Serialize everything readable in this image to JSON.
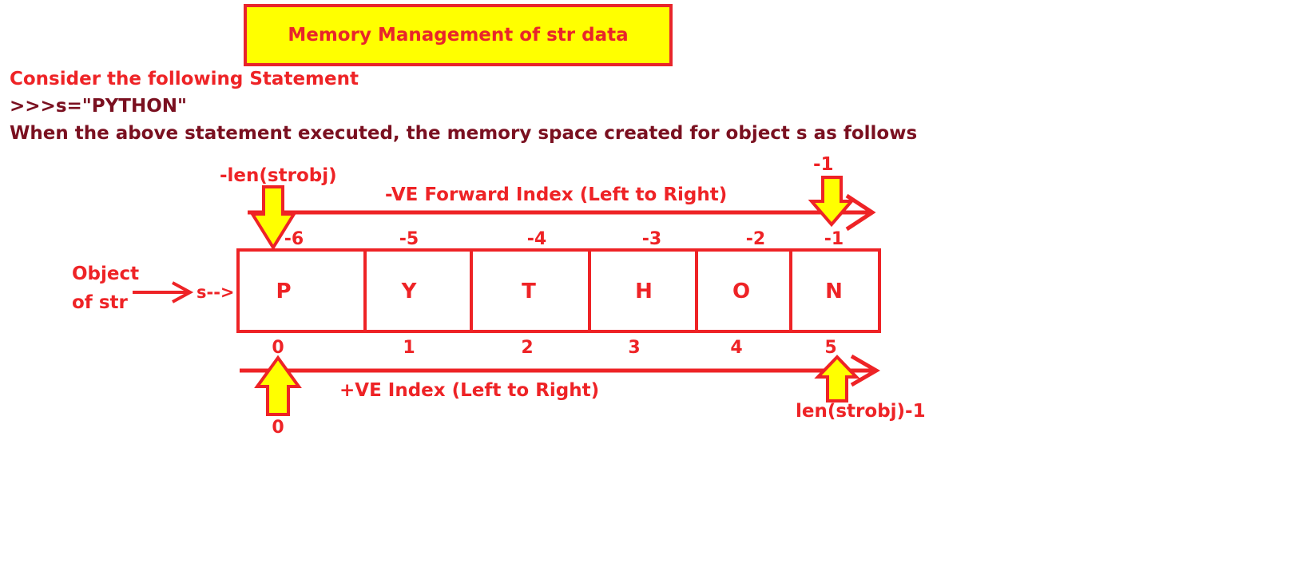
{
  "title": "Memory Management of str data",
  "intro": {
    "line1": "Consider the following Statement",
    "line2": ">>>s=\"PYTHON\"",
    "line3": "When the above statement executed, the memory space created for object s as follows"
  },
  "object_label_line1": "Object",
  "object_label_line2": "of str",
  "pointer_label": "s-->",
  "cells": [
    "P",
    "Y",
    "T",
    "H",
    "O",
    "N"
  ],
  "negative_indices": [
    "-6",
    "-5",
    "-4",
    "-3",
    "-2",
    "-1"
  ],
  "positive_indices": [
    "0",
    "1",
    "2",
    "3",
    "4",
    "5"
  ],
  "negative_axis_label": "-VE Forward Index (Left to Right)",
  "positive_axis_label": "+VE Index (Left to Right)",
  "neg_start_label": "-len(strobj)",
  "neg_end_label": "-1",
  "pos_start_label": "0",
  "pos_end_label": "len(strobj)-1",
  "colors": {
    "accent_red": "#ee2326",
    "dark_red": "#7a1020",
    "highlight_yellow": "#ffff00"
  }
}
